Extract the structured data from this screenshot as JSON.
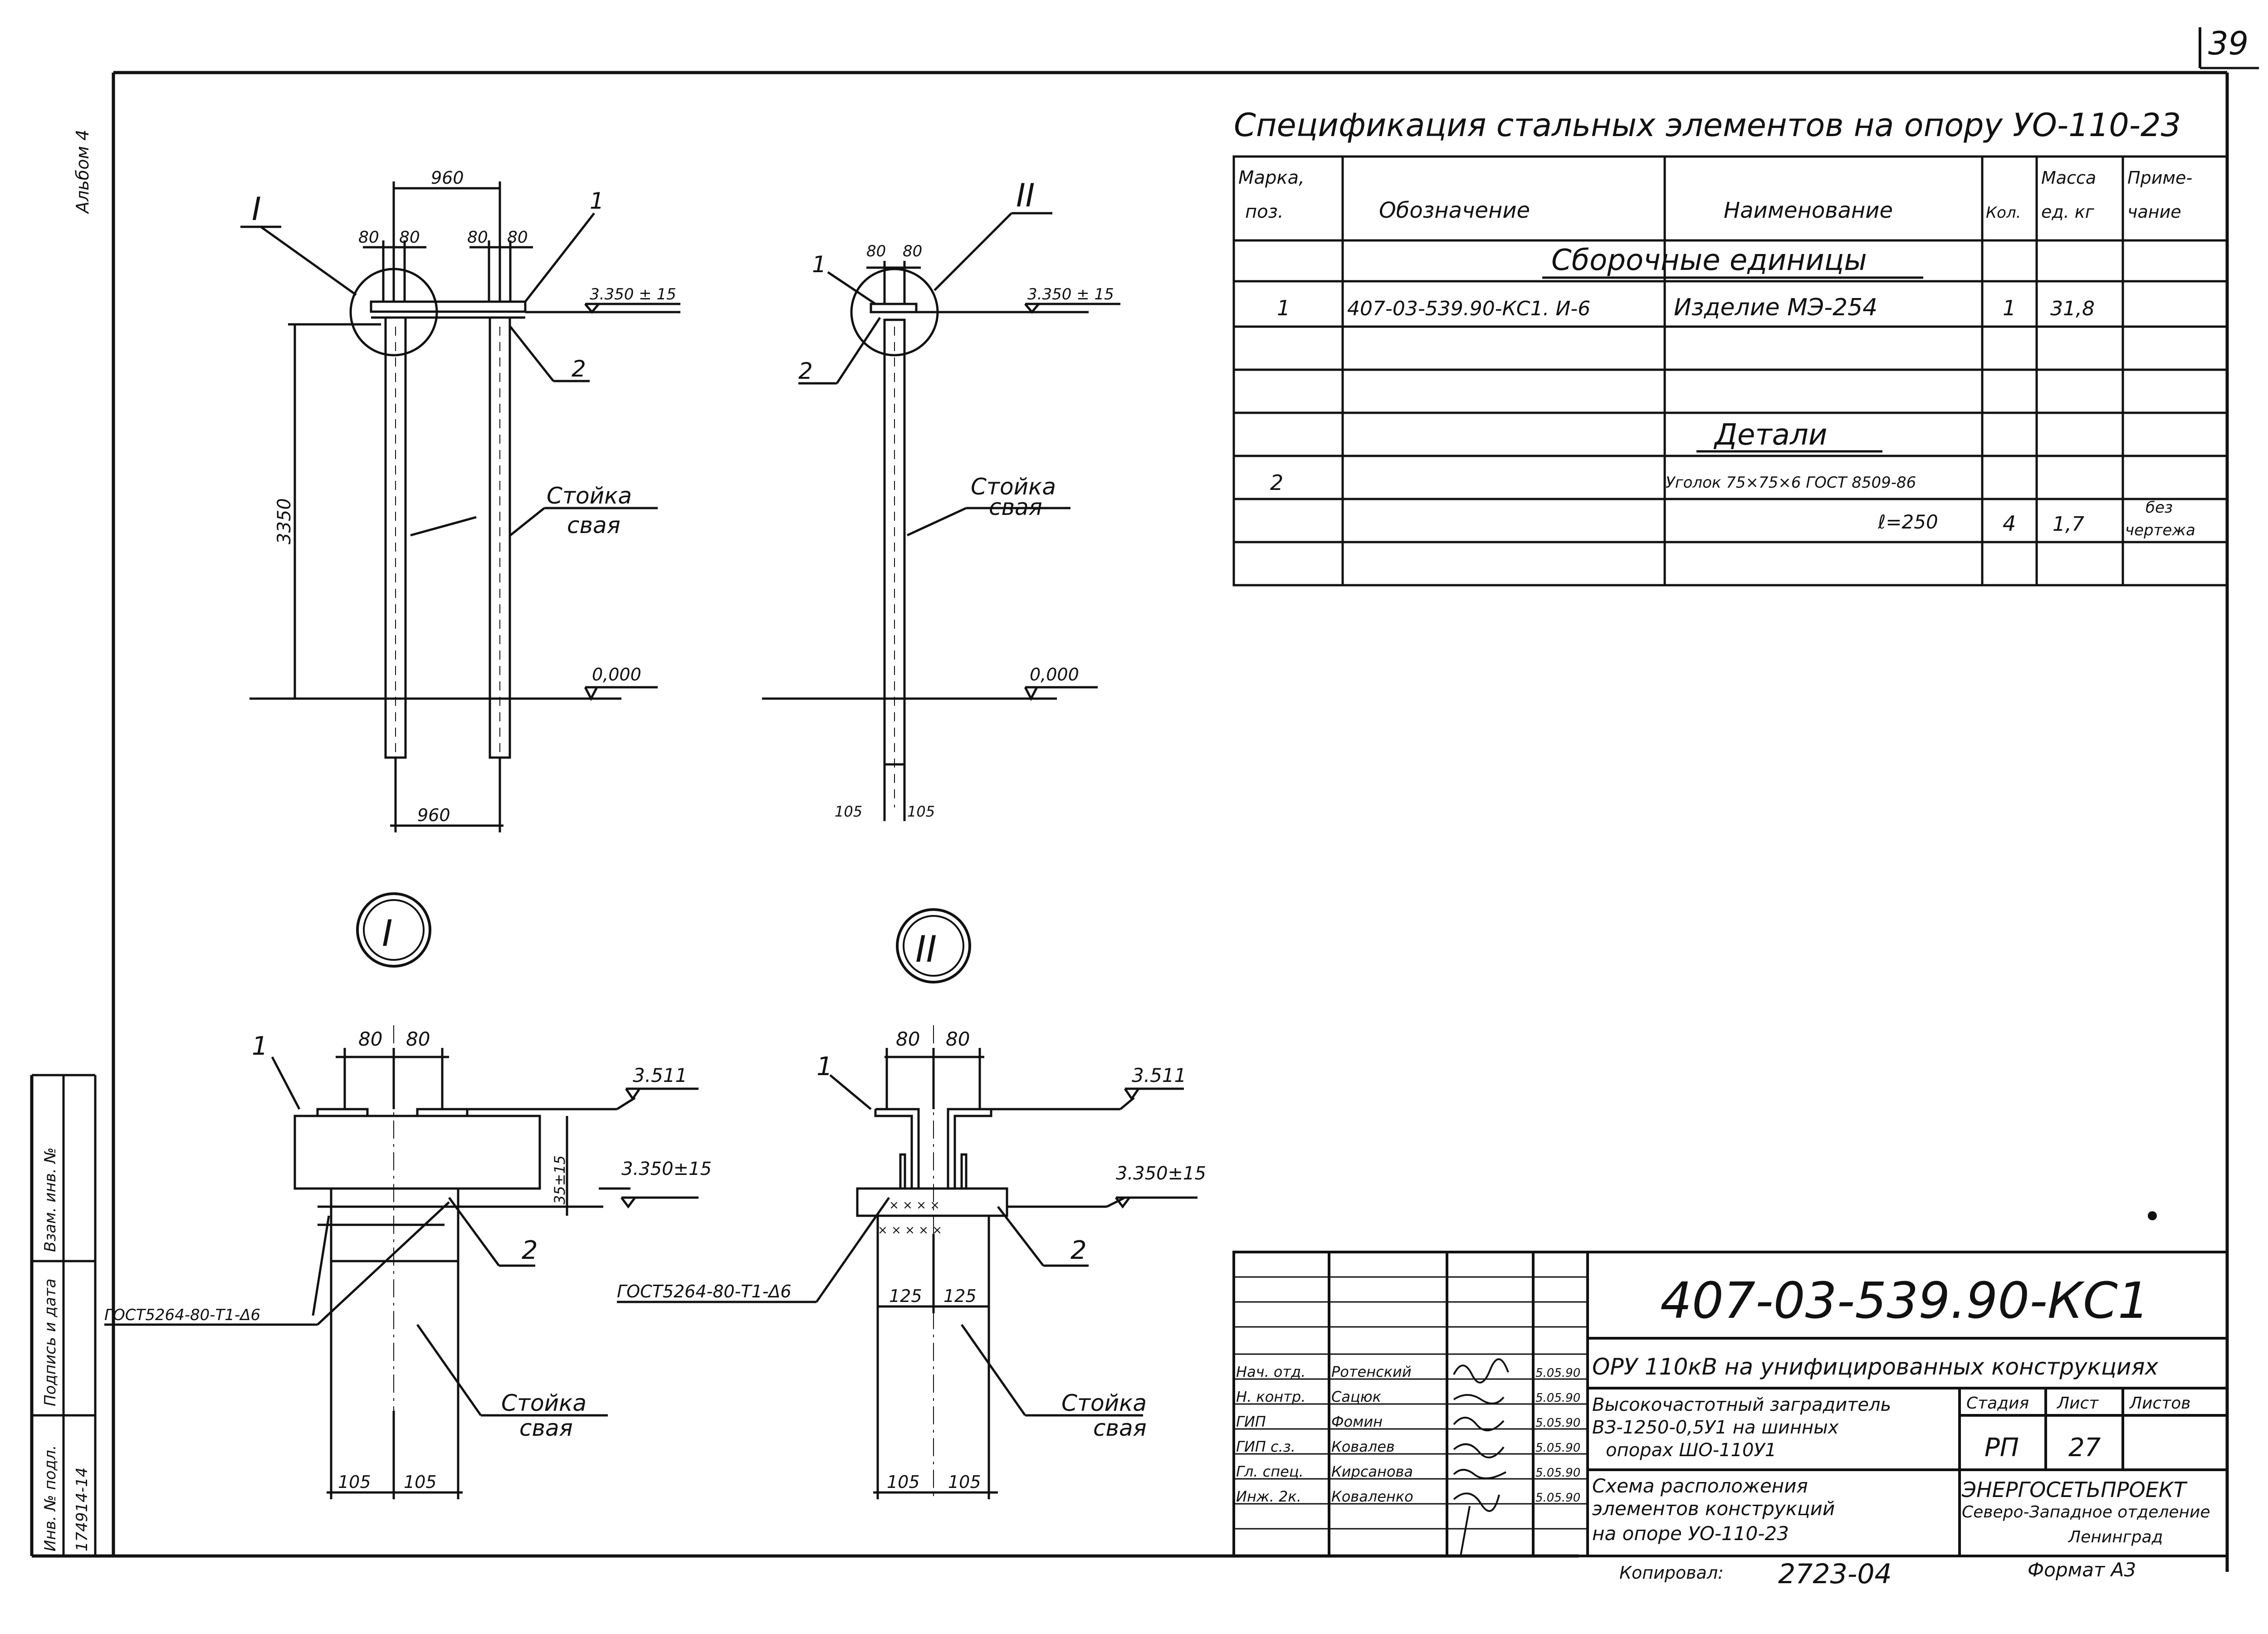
{
  "sheet": {
    "page_number": "39",
    "album": "Альбом 4",
    "copied": "Копировал:",
    "copy_no": "2723-04",
    "format": "Формат А3"
  },
  "spec": {
    "title": "Спецификация стальных элементов на опору УО-110-23",
    "headers": {
      "mark": "Марка,",
      "pos": "поз.",
      "designation": "Обозначение",
      "name": "Наименование",
      "qty": "Кол.",
      "mass": "Масса",
      "mass_unit": "ед. кг",
      "note": "Приме-",
      "note2": "чание"
    },
    "section_assemblies": "Сборочные единицы",
    "section_details": "Детали",
    "row1": {
      "pos": "1",
      "designation": "407-03-539.90-КС1. И-6",
      "name": "Изделие МЭ-254",
      "qty": "1",
      "mass": "31,8"
    },
    "row2": {
      "pos": "2",
      "name": "Уголок 75×75×6 ГОСТ 8509-86",
      "name2": "ℓ=250",
      "qty": "4",
      "mass": "1,7",
      "note": "без",
      "note2": "чертежа"
    }
  },
  "drawing": {
    "view_left": {
      "callout": "I",
      "dim_top": "960",
      "dim_80a": "80",
      "dim_80b": "80",
      "dim_80c": "80",
      "dim_80d": "80",
      "elev_top": "3.350 ± 15",
      "elev_ground": "0,000",
      "height": "3350",
      "dim_bottom": "960",
      "lbl_1": "1",
      "lbl_2": "2",
      "post_label": "Стойка",
      "post_label2": "свая"
    },
    "view_right": {
      "callout": "II",
      "dim_80a": "80",
      "dim_80b": "80",
      "elev_top": "3.350 ± 15",
      "elev_ground": "0,000",
      "lbl_1": "1",
      "lbl_2": "2",
      "post_label": "Стойка",
      "post_label2": "свая",
      "dim_105a": "105",
      "dim_105b": "105"
    },
    "detail_I": {
      "marker": "I",
      "dim_80a": "80",
      "dim_80b": "80",
      "elev_top": "3.511",
      "elev_mid": "3.350±15",
      "gap": "35±15",
      "lbl_1": "1",
      "lbl_2": "2",
      "weld": "ГОСТ5264-80-Т1-Δ6",
      "post_label": "Стойка",
      "post_label2": "свая",
      "dim_105": "105",
      "dim_105b": "105"
    },
    "detail_II": {
      "marker": "II",
      "dim_80a": "80",
      "dim_80b": "80",
      "elev_top": "3.511",
      "elev_mid": "3.350±15",
      "lbl_1": "1",
      "lbl_2": "2",
      "weld": "ГОСТ5264-80-Т1-Δ6",
      "dim_125a": "125",
      "dim_125b": "125",
      "post_label": "Стойка",
      "post_label2": "свая",
      "dim_105a": "105",
      "dim_105b": "105"
    }
  },
  "left_stamp": {
    "inv_orig": "Инв. № подл.",
    "inv_no": "174914-14",
    "sign_date": "Подпись и дата",
    "replace": "Взам. инв. №"
  },
  "title_block": {
    "code": "407-03-539.90-КС1",
    "project": "ОРУ 110кВ на унифицированных конструкциях",
    "desc1": "Высокочастотный заградитель",
    "desc2": "ВЗ-1250-0,5У1 на шинных",
    "desc3": "опорах ШО-110У1",
    "sheet_title1": "Схема расположения",
    "sheet_title2": "элементов конструкций",
    "sheet_title3": "на опоре УО-110-23",
    "stage_h": "Стадия",
    "sheet_h": "Лист",
    "sheets_h": "Листов",
    "stage": "РП",
    "sheet": "27",
    "org1": "ЭНЕРГОСЕТЬПРОЕКТ",
    "org2": "Северо-Западное отделение",
    "org3": "Ленинград",
    "roles": [
      {
        "role": "Нач. отд.",
        "name": "Ротенский",
        "date": "5.05.90"
      },
      {
        "role": "Н. контр.",
        "name": "Сацюк",
        "date": "5.05.90"
      },
      {
        "role": "ГИП",
        "name": "Фомин",
        "date": "5.05.90"
      },
      {
        "role": "ГИП с.з.",
        "name": "Ковалев",
        "date": "5.05.90"
      },
      {
        "role": "Гл. спец.",
        "name": "Кирсанова",
        "date": "5.05.90"
      },
      {
        "role": "Инж. 2к.",
        "name": "Коваленко",
        "date": "5.05.90"
      }
    ]
  }
}
